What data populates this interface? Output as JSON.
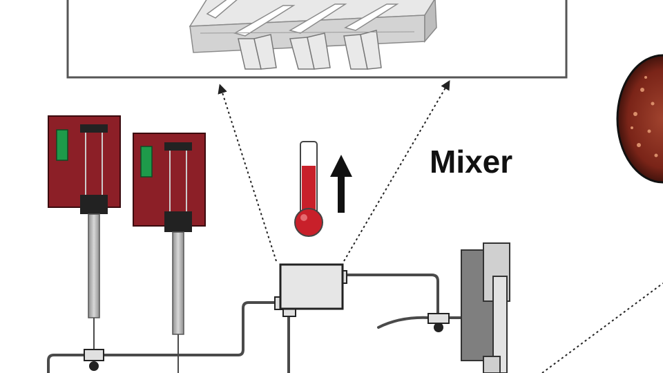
{
  "diagram": {
    "labels": {
      "mixer": "Mixer"
    },
    "colors": {
      "pump_body": "#8c1f27",
      "pump_body_dark": "#5e1218",
      "pump_indicator": "#1e9a4a",
      "tube": "#4a4a4a",
      "mixer_box": "#e6e6e6",
      "chip_fill": "#d2d2d2",
      "thermometer_red": "#c8202a",
      "arrow": "#111111",
      "collector_gray": "#7f7f7f",
      "sample_dish": "#7a2418"
    },
    "components": [
      "syringe-pump-1",
      "syringe-pump-2",
      "mixer-chip-inset",
      "mixer-unit",
      "thermometer-icon",
      "temperature-up-arrow",
      "outlet-holder",
      "sample-dish"
    ]
  }
}
